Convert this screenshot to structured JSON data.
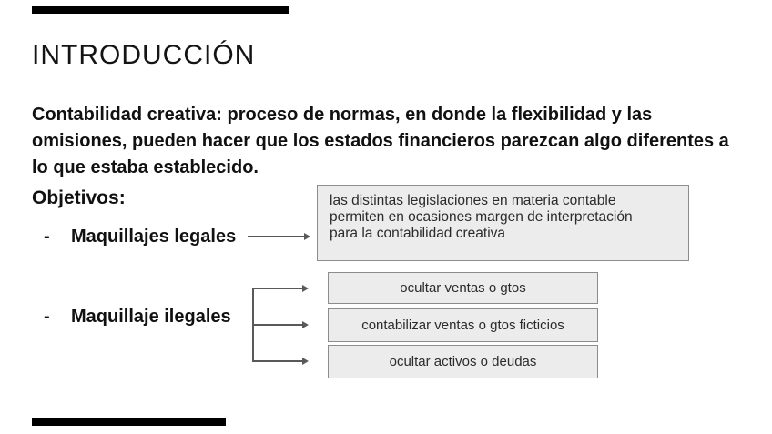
{
  "slide": {
    "title": "INTRODUCCIÓN",
    "intro_lines": [
      "Contabilidad creativa: proceso de normas, en donde la flexibilidad y las",
      "omisiones, pueden hacer que los estados financieros parezcan algo diferentes a",
      "lo que estaba establecido."
    ],
    "objectives_label": "Objetivos:",
    "bullets": [
      {
        "dash": "-",
        "label": "Maquillajes legales"
      },
      {
        "dash": "-",
        "label": "Maquillaje ilegales"
      }
    ],
    "legal_note_lines": [
      "las distintas legislaciones en materia contable",
      "permiten en ocasiones margen de interpretación",
      "para la contabilidad creativa"
    ],
    "illegal_items": [
      "ocultar ventas o gtos",
      "contabilizar ventas o gtos ficticios",
      "ocultar activos o deudas"
    ],
    "colors": {
      "accent_bar": "#000000",
      "box_fill": "#ececec",
      "box_border": "#8c8c8c",
      "arrow": "#595959",
      "text": "#111111"
    }
  }
}
